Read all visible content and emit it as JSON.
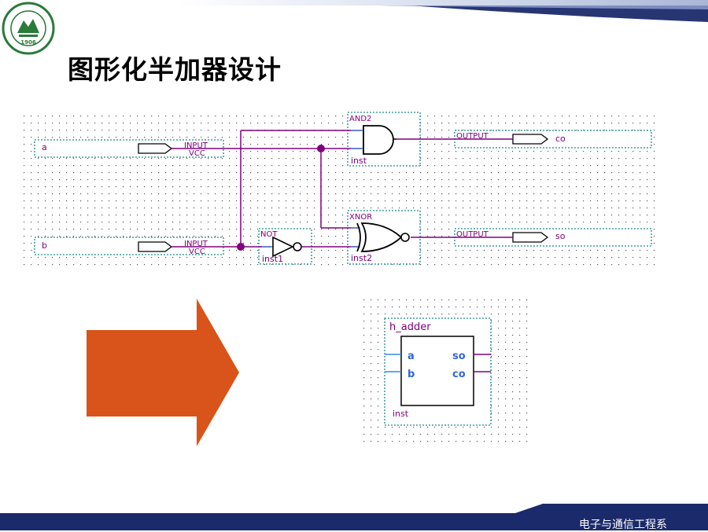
{
  "slide": {
    "title": "图形化半加器设计",
    "footer": "电子与通信工程系",
    "logo_year": "1906"
  },
  "schematic": {
    "inputs": [
      {
        "pin": "a",
        "prim": "INPUT",
        "sub": "VCC"
      },
      {
        "pin": "b",
        "prim": "INPUT",
        "sub": "VCC"
      }
    ],
    "gates": [
      {
        "type": "AND2",
        "inst": "inst"
      },
      {
        "type": "NOT",
        "inst": "inst1"
      },
      {
        "type": "XNOR",
        "inst": "inst2"
      }
    ],
    "outputs": [
      {
        "pin": "co",
        "prim": "OUTPUT"
      },
      {
        "pin": "so",
        "prim": "OUTPUT"
      }
    ]
  },
  "symbol": {
    "name": "h_adder",
    "inputs": [
      "a",
      "b"
    ],
    "outputs": [
      "so",
      "co"
    ],
    "inst": "inst"
  },
  "colors": {
    "wire": "#800080",
    "frame": "#1a8a8a",
    "arrow": "#d9541a",
    "footer": "#1b2a6b",
    "blue_wire": "#3388dd"
  }
}
